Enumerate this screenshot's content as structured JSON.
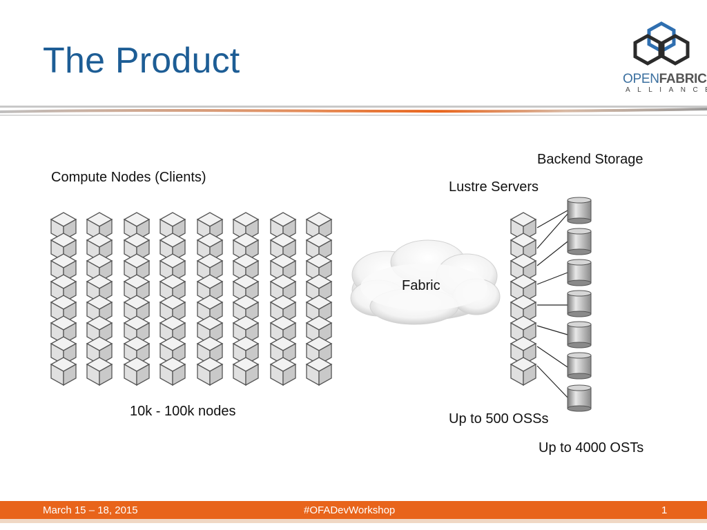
{
  "slide": {
    "title": "The Product",
    "logo": {
      "word_open": "OPEN",
      "word_fabrics": "FABRICS",
      "word_alliance": "ALLIANCE"
    }
  },
  "diagram": {
    "labels": {
      "compute_nodes": "Compute Nodes (Clients)",
      "node_count": "10k - 100k nodes",
      "fabric": "Fabric",
      "backend_storage": "Backend Storage",
      "lustre_servers": "Lustre Servers",
      "oss_count": "Up to 500 OSSs",
      "ost_count": "Up to 4000 OSTs"
    },
    "icons": {
      "node": "server-cube-icon",
      "storage": "storage-cylinder-icon",
      "network": "cloud-icon"
    }
  },
  "footer": {
    "date": "March 15 – 18, 2015",
    "hashtag": "#OFADevWorkshop",
    "page_number": "1"
  },
  "colors": {
    "title_blue": "#1d5d95",
    "footer_orange": "#e8641b",
    "logo_blue": "#3a6f9f"
  }
}
